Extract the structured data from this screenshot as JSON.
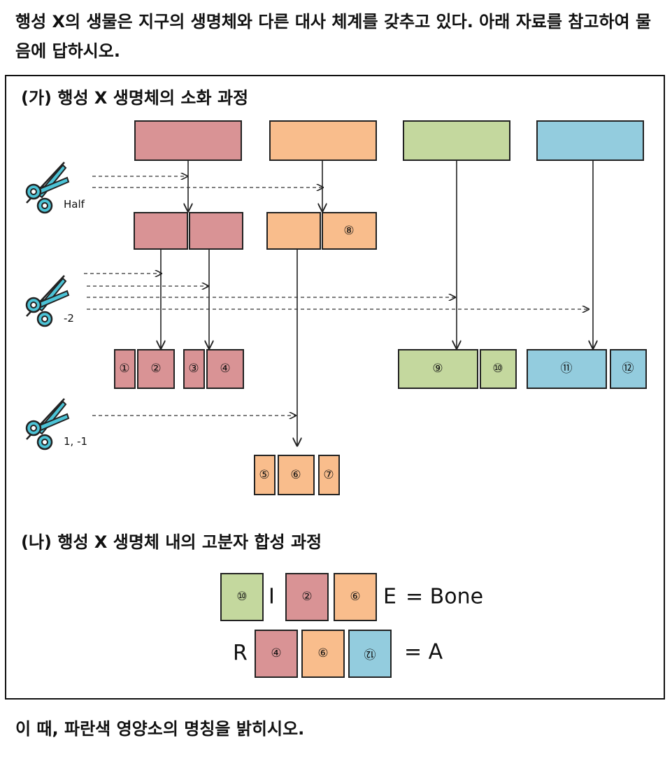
{
  "intro": "행성 X의 생물은 지구의 생명체와 다른 대사 체계를 갖추고 있다. 아래 자료를 참고하여 물음에 답하시오.",
  "section_a": {
    "title": "(가) 행성 X 생명체의 소화 과정"
  },
  "section_b": {
    "title": "(나) 행성 X 생명체 내의 고분자 합성 과정"
  },
  "cutters": [
    {
      "label": "Half"
    },
    {
      "label": "-2"
    },
    {
      "label": "1, -1"
    }
  ],
  "fragments": {
    "f1": "①",
    "f2": "②",
    "f3": "③",
    "f4": "④",
    "f5": "⑤",
    "f6": "⑥",
    "f7": "⑦",
    "f8": "⑧",
    "f9": "⑨",
    "f10": "⑩",
    "f11": "⑪",
    "f12": "⑫"
  },
  "equations": [
    {
      "prefix": "",
      "infix": "I",
      "suffix": "E",
      "result": "= Bone"
    },
    {
      "prefix": "R",
      "infix": "",
      "suffix": "",
      "result": "= A"
    }
  ],
  "colors": {
    "red": "#d99395",
    "orange": "#f9bd8c",
    "green": "#c4d89e",
    "blue": "#93ccde",
    "scissors": "#4cc3d6"
  },
  "question": "이 때, 파란색 영양소의 명칭을 밝히시오."
}
